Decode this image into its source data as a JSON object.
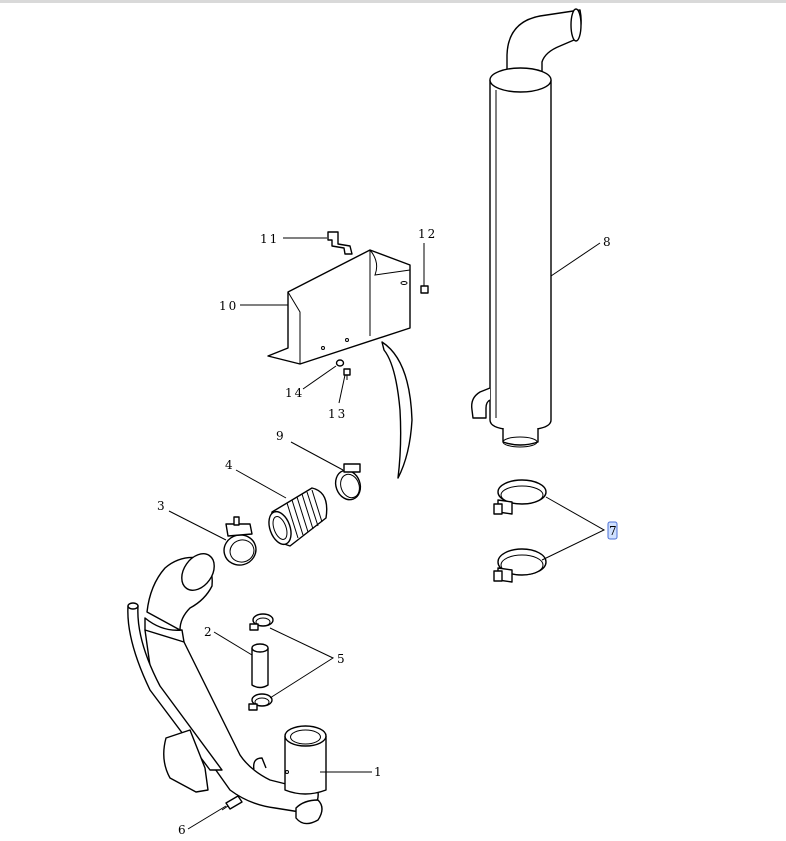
{
  "callouts": {
    "c1": "1",
    "c2": "2",
    "c3": "3",
    "c4": "4",
    "c5": "5",
    "c6": "6",
    "c7": "7",
    "c8": "8",
    "c9": "9",
    "c10": "10",
    "c11": "11",
    "c12": "12",
    "c13": "13",
    "c14": "14"
  },
  "colors": {
    "line": "#000000",
    "background": "#ffffff",
    "highlight": "#cfe0ff"
  }
}
